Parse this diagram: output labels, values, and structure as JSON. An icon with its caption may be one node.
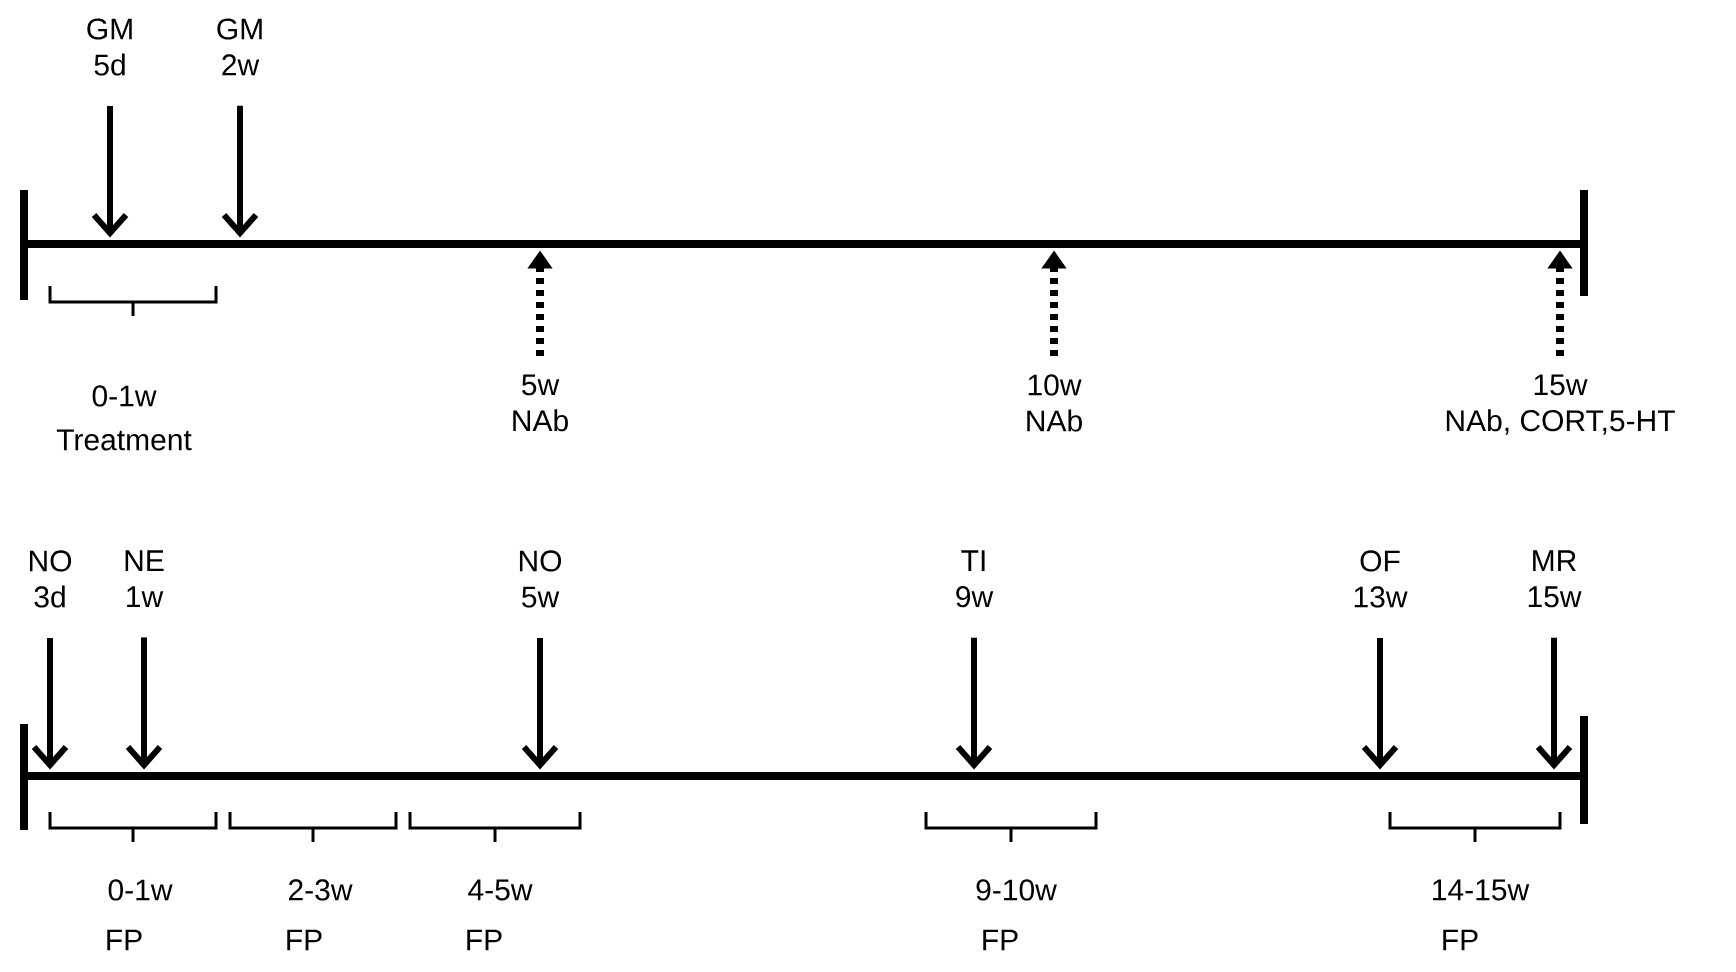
{
  "diagram": {
    "nodes": [
      {
        "text": [],
        "shape": "bar"
      },
      {
        "text": [
          "GM",
          "5d"
        ]
      },
      {
        "text": [
          "GM",
          "2w"
        ]
      },
      {
        "text": [
          "5w",
          "NAb"
        ]
      },
      {
        "text": [
          "10w",
          "NAb"
        ]
      },
      {
        "text": [
          "15w",
          "NAb, CORT,5-HT"
        ]
      },
      {
        "text": [],
        "shape": "bar"
      },
      {
        "text": [
          "NO",
          "3d"
        ]
      },
      {
        "text": [
          "NE",
          "1w"
        ]
      },
      {
        "text": [
          "NO",
          "5w"
        ]
      },
      {
        "text": [
          "TI",
          "9w"
        ]
      },
      {
        "text": [
          "OF",
          "13w"
        ]
      },
      {
        "text": [
          "MR",
          "15w"
        ]
      }
    ],
    "edges": [
      {
        "from": 1,
        "to": 0,
        "arrow": "to"
      },
      {
        "from": 2,
        "to": 0,
        "arrow": "to"
      },
      {
        "from": 3,
        "to": 0,
        "arrow": "to",
        "style": "dashed"
      },
      {
        "from": 4,
        "to": 0,
        "arrow": "to",
        "style": "dashed"
      },
      {
        "from": 5,
        "to": 0,
        "arrow": "to",
        "style": "dashed"
      },
      {
        "from": 7,
        "to": 6,
        "arrow": "to"
      },
      {
        "from": 8,
        "to": 6,
        "arrow": "to"
      },
      {
        "from": 9,
        "to": 6,
        "arrow": "to"
      },
      {
        "from": 10,
        "to": 6,
        "arrow": "to"
      },
      {
        "from": 11,
        "to": 6,
        "arrow": "to"
      },
      {
        "from": 12,
        "to": 6,
        "arrow": "to"
      }
    ],
    "labels": [
      "0-1w",
      "Treatment",
      "0-1w",
      "FP",
      "2-3w",
      "FP",
      "4-5w",
      "FP",
      "9-10w",
      "FP",
      "14-15w",
      "FP"
    ]
  }
}
